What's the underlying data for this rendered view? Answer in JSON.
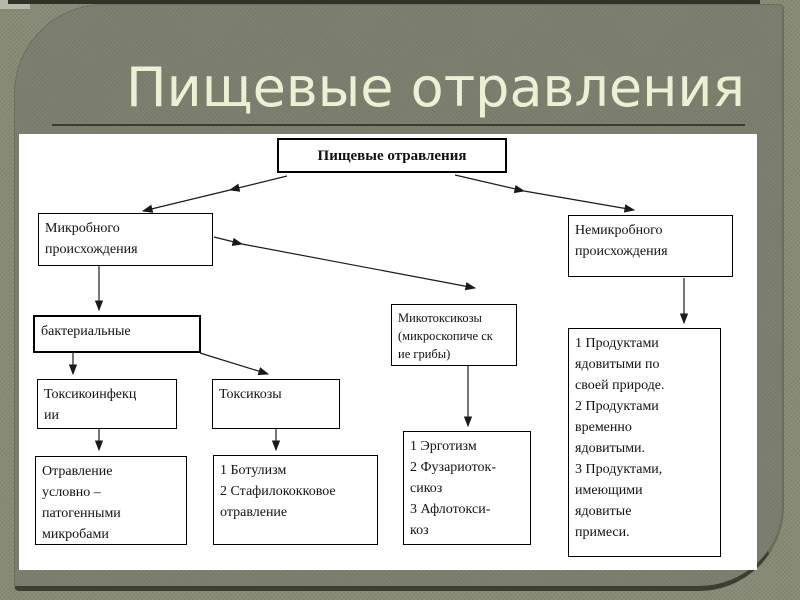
{
  "slide": {
    "title": "Пищевые отравления"
  },
  "colors": {
    "page-bg": "#878a76",
    "panel-bg": "#7b7e6d",
    "top-strip": "#2e3227",
    "corner-patch": "#b6b9a8",
    "title-text": "#eef0d5",
    "underline": "#3a3e30",
    "content-bg": "#ffffff",
    "box-border": "#000000",
    "box-text": "#111111",
    "panel-edge": "#6b6e5c",
    "bottom-border": "#3b3f31",
    "connector": "#1a1a1a"
  },
  "diagram": {
    "boxes": {
      "root": "Пищевые отравления",
      "microbial": "Микробного\nпроисхождения",
      "nonmicrobial": "Немикробного\nпроисхождения",
      "bacterial": "бактериальные",
      "mycotoxicosis": "Микотоксикозы\n(микроскопиче ск\nие грибы)",
      "toxicoinfection": "Токсикоинфекц\nии",
      "toxicosis": "Токсикозы",
      "conditional": "Отравление\nусловно –\nпатогенными\nмикробами",
      "botulism": "1 Ботулизм\n2 Стафилококковое\nотравление",
      "ergotism": "1 Эрготизм\n2 Фузариоток-\nсикоз\n3 Афлотокси-\nкоз",
      "products": "1 Продуктами\nядовитыми по\nсвоей природе.\n2 Продуктами\nвременно\nядовитыми.\n3 Продуктами,\nимеющими\nядовитые\nпримеси."
    }
  }
}
